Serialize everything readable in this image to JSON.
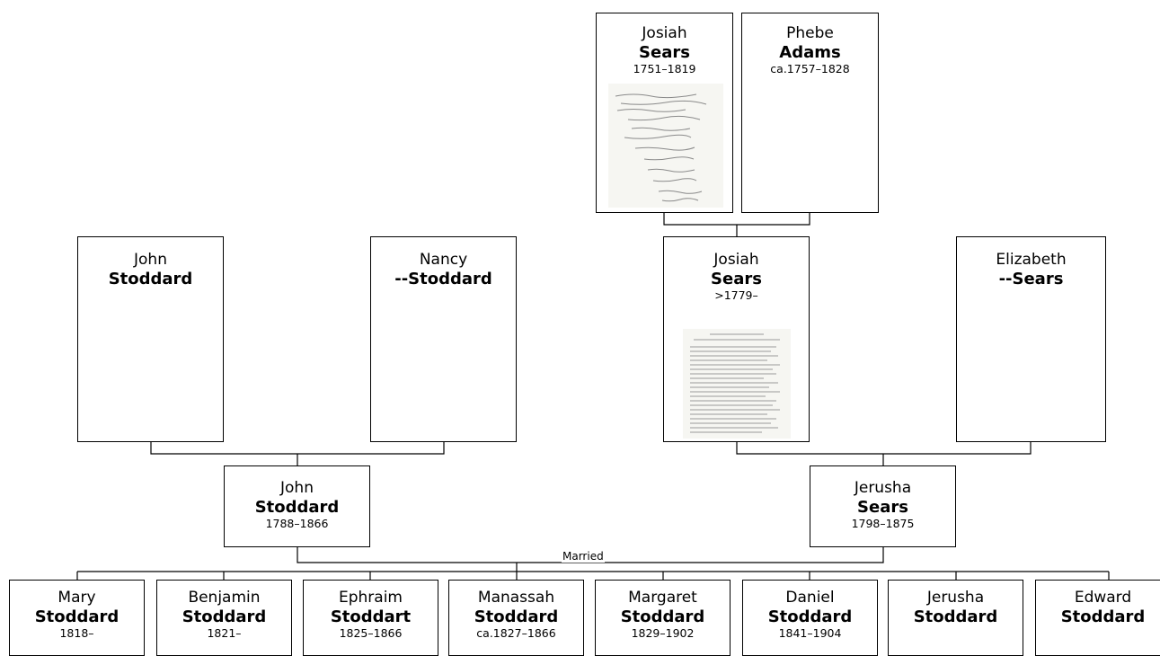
{
  "people": {
    "josiah_sears_sr": {
      "given": "Josiah",
      "surname": "Sears",
      "dates": "1751–1819"
    },
    "phebe_adams": {
      "given": "Phebe",
      "surname": "Adams",
      "dates": "ca.1757–1828"
    },
    "john_stoddard_sr": {
      "given": "John",
      "surname": "Stoddard",
      "dates": ""
    },
    "nancy_stoddard": {
      "given": "Nancy",
      "surname": "--Stoddard",
      "dates": ""
    },
    "josiah_sears_jr": {
      "given": "Josiah",
      "surname": "Sears",
      "dates": ">1779–"
    },
    "elizabeth_sears": {
      "given": "Elizabeth",
      "surname": "--Sears",
      "dates": ""
    },
    "john_stoddard": {
      "given": "John",
      "surname": "Stoddard",
      "dates": "1788–1866"
    },
    "jerusha_sears": {
      "given": "Jerusha",
      "surname": "Sears",
      "dates": "1798–1875"
    }
  },
  "children": [
    {
      "given": "Mary",
      "surname": "Stoddard",
      "dates": "1818–"
    },
    {
      "given": "Benjamin",
      "surname": "Stoddard",
      "dates": "1821–"
    },
    {
      "given": "Ephraim",
      "surname": "Stoddart",
      "dates": "1825–1866"
    },
    {
      "given": "Manassah",
      "surname": "Stoddard",
      "dates": "ca.1827–1866"
    },
    {
      "given": "Margaret",
      "surname": "Stoddard",
      "dates": "1829–1902"
    },
    {
      "given": "Daniel",
      "surname": "Stoddard",
      "dates": "1841–1904"
    },
    {
      "given": "Jerusha",
      "surname": "Stoddard",
      "dates": ""
    },
    {
      "given": "Edward",
      "surname": "Stoddard",
      "dates": ""
    }
  ],
  "marriage_label": "Married",
  "colors": {
    "line": "#000000",
    "box_border": "#000000",
    "background": "#ffffff",
    "document": "#f6f6f2"
  }
}
